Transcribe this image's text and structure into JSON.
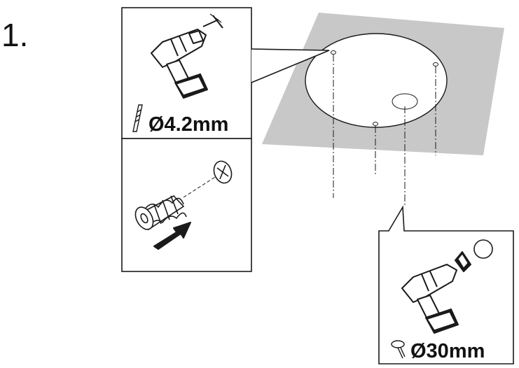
{
  "step": {
    "number": "1."
  },
  "drill_panel": {
    "bit_label": "Ø4.2mm",
    "bit_icon": "drill-bit-icon",
    "tool_icon": "cordless-drill-icon"
  },
  "anchor_panel": {
    "anchor_icon": "wall-plug-icon",
    "screw_icon": "screw-head-icon",
    "arrow_icon": "insert-arrow-icon"
  },
  "holesaw_panel": {
    "bit_label": "Ø30mm",
    "bit_icon": "hole-saw-bit-icon",
    "tool_icon": "cordless-drill-with-hole-saw-icon"
  },
  "colors": {
    "ceiling": "#c8c8c8",
    "outline": "#1a1a1a",
    "plate": "#ffffff"
  }
}
